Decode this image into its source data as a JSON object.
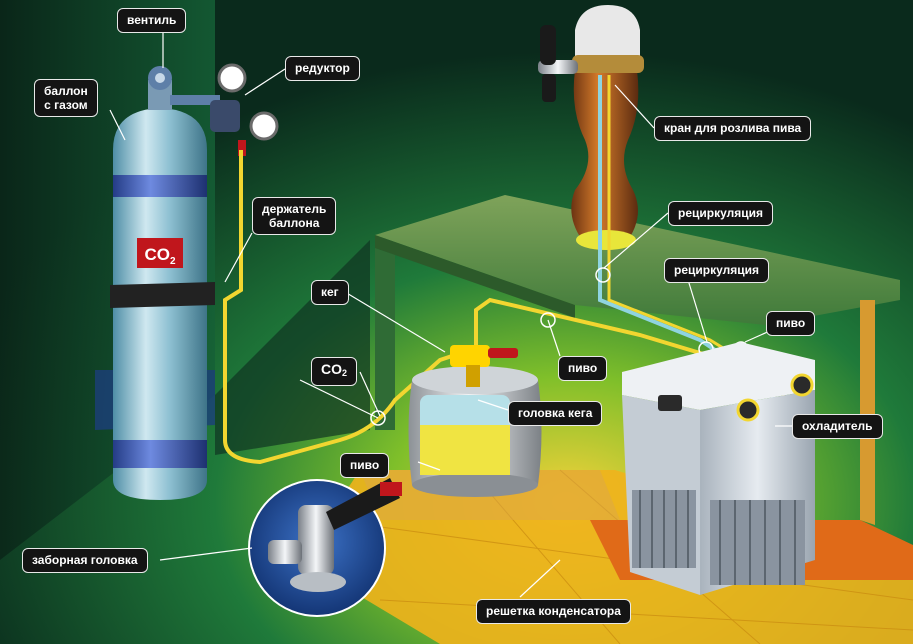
{
  "labels": {
    "valve": "вентиль",
    "gas_cylinder_line1": "баллон",
    "gas_cylinder_line2": "с газом",
    "reducer": "редуктор",
    "cylinder_holder_line1": "держатель",
    "cylinder_holder_line2": "баллона",
    "keg": "кег",
    "co2_main": "CO",
    "co2_sub": "2",
    "beer_left": "пиво",
    "beer_middle": "пиво",
    "beer_right": "пиво",
    "keg_head": "головка кега",
    "intake_head": "заборная головка",
    "beer_tap": "кран для розлива пива",
    "recirculation_top": "рециркуляция",
    "recirculation_bottom": "рециркуляция",
    "cooler": "охладитель",
    "condenser_grille": "решетка конденсатора"
  },
  "cylinder_marking": {
    "main": "CO",
    "sub": "2"
  },
  "colors": {
    "background": "#0d3a25",
    "label_bg": "#141414",
    "label_border": "#e9e9e9",
    "gas_line": "#f2d630",
    "beer_line": "#f2d630",
    "recirculation_line": "#8fd4e0",
    "cylinder": "#7fb4c8",
    "cylinder_band": "#3a56a8",
    "co2_badge": "#c0161c",
    "cooler": "#d6dde4",
    "floor": "#f0b21c"
  }
}
